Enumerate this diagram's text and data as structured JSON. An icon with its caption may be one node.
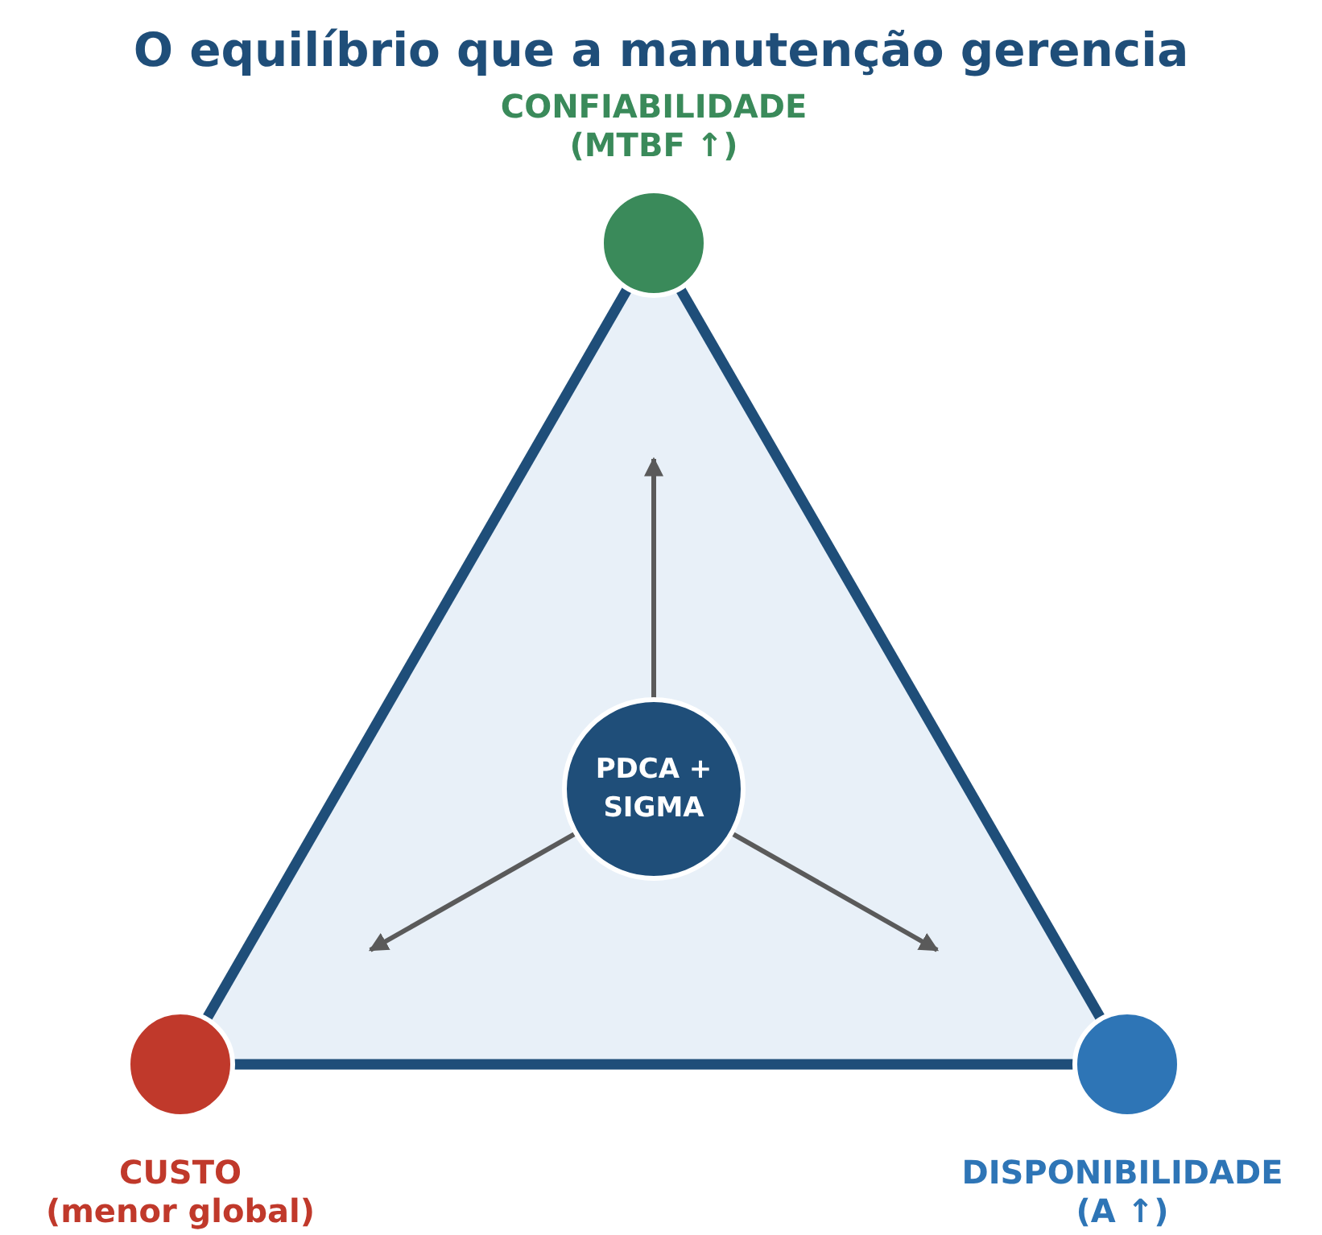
{
  "diagram": {
    "title": "O equilíbrio que a manutenção gerencia",
    "nodes": [
      {
        "text": [],
        "shape": "circle",
        "beside": [
          "CONFIABILIDADE",
          "(MTBF ↑)"
        ]
      },
      {
        "text": [
          "PDCA + SIGMA"
        ]
      },
      {
        "text": [],
        "shape": "circle",
        "beside": [
          "CUSTO",
          "(menor global)"
        ]
      },
      {
        "text": [],
        "shape": "circle",
        "beside": [
          "DISPONIBILIDADE",
          "(A ↑)"
        ]
      }
    ],
    "edges": [
      {
        "from": 0,
        "to": 2,
        "arrow": "none",
        "style": "thick",
        "color": "#1f4e79"
      },
      {
        "from": 2,
        "to": 3,
        "arrow": "none",
        "style": "thick",
        "color": "#1f4e79"
      },
      {
        "from": 3,
        "to": 0,
        "arrow": "none",
        "style": "thick",
        "color": "#1f4e79"
      },
      {
        "from": 1,
        "to": null,
        "arrow": "to",
        "color": "#5a5a5a"
      },
      {
        "from": 1,
        "to": null,
        "arrow": "to",
        "color": "#5a5a5a"
      },
      {
        "from": 1,
        "to": null,
        "arrow": "to",
        "color": "#5a5a5a"
      }
    ]
  }
}
